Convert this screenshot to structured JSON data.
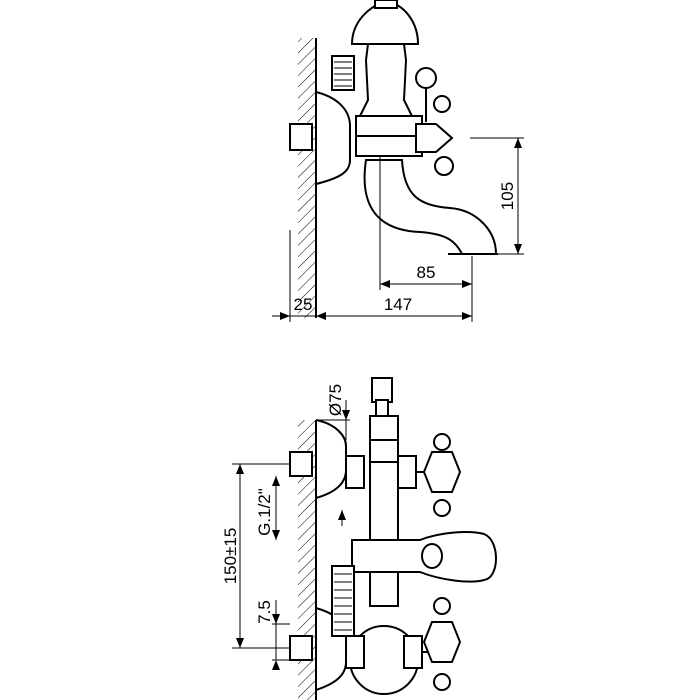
{
  "top_view": {
    "dim_height": "105",
    "dim_spout": "85",
    "dim_wall": "25",
    "dim_total": "147"
  },
  "front_view": {
    "dim_diameter": "Ø75",
    "dim_thread": "G.1/2\"",
    "dim_centers": "150±15",
    "dim_offset": "7.5"
  },
  "colors": {
    "line": "#000000",
    "background": "#ffffff"
  }
}
